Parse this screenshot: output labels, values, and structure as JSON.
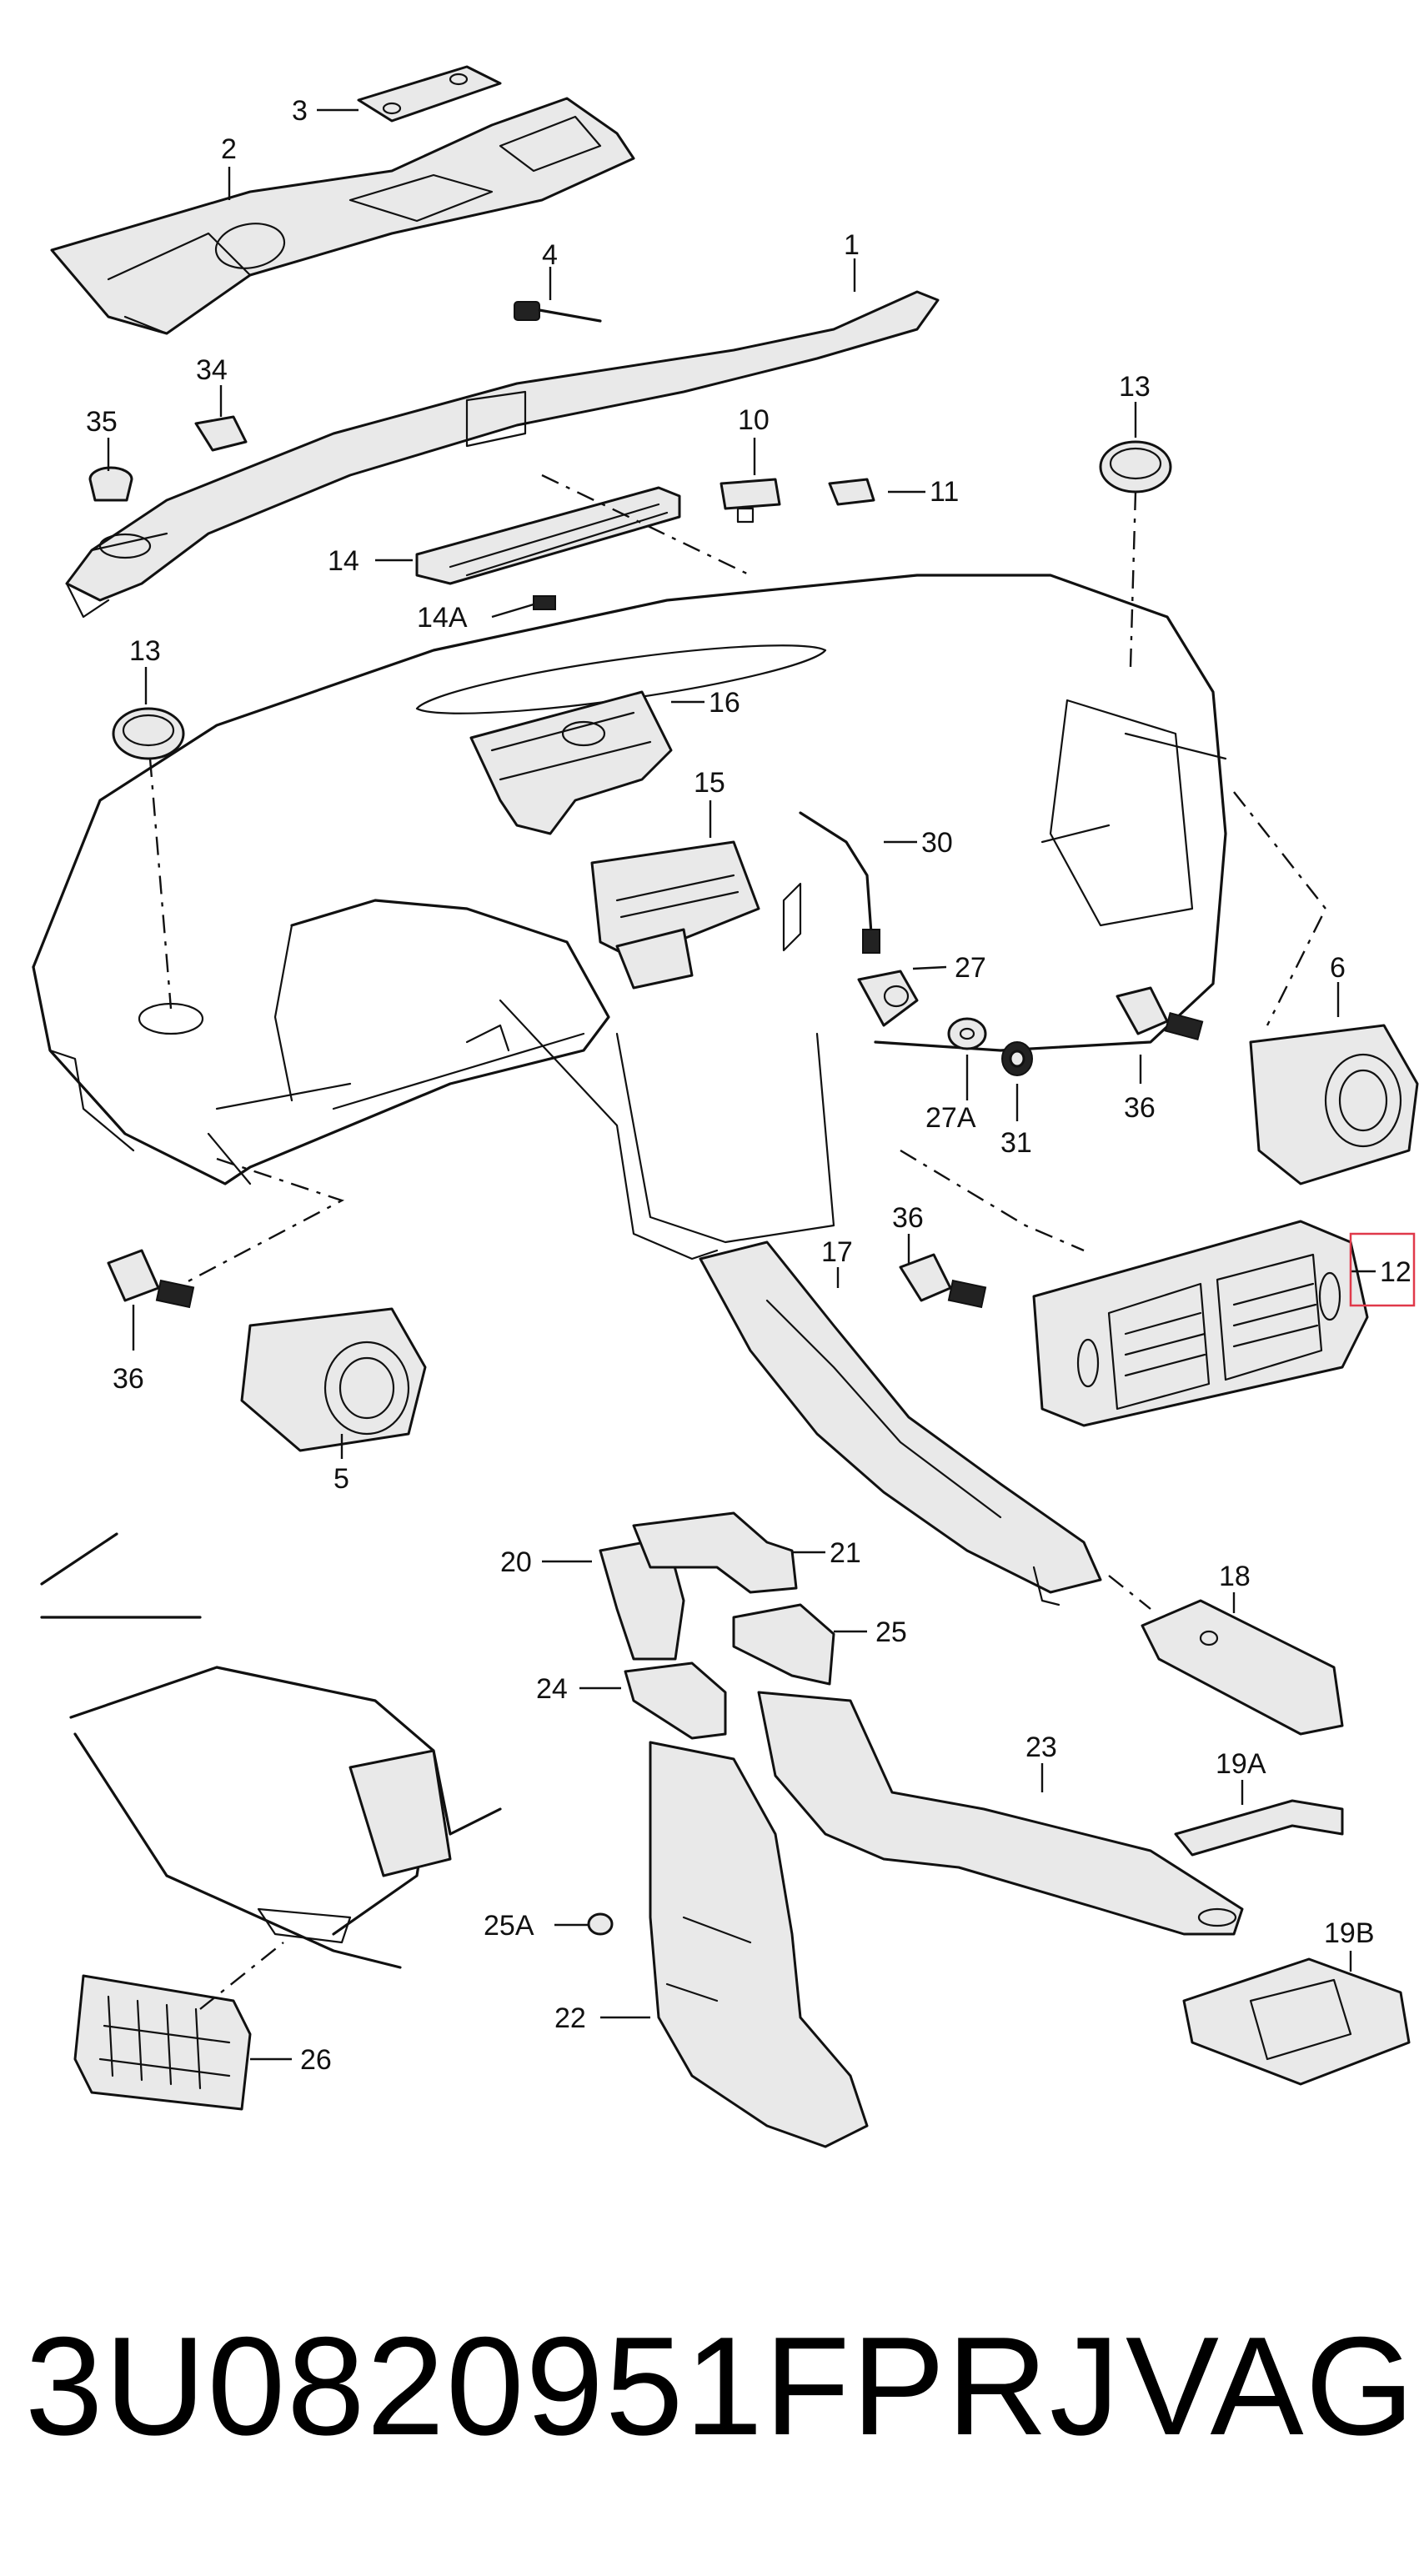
{
  "callouts": {
    "c1": "1",
    "c2": "2",
    "c3": "3",
    "c4": "4",
    "c5": "5",
    "c6": "6",
    "c10": "10",
    "c11": "11",
    "c12": "12",
    "c13a": "13",
    "c13b": "13",
    "c14": "14",
    "c14a": "14A",
    "c15": "15",
    "c16": "16",
    "c17": "17",
    "c18": "18",
    "c19a": "19A",
    "c19b": "19B",
    "c20": "20",
    "c21": "21",
    "c22": "22",
    "c23": "23",
    "c24": "24",
    "c25": "25",
    "c25a": "25A",
    "c26": "26",
    "c27": "27",
    "c27a": "27A",
    "c30": "30",
    "c31": "31",
    "c34": "34",
    "c35": "35",
    "c36a": "36",
    "c36b": "36",
    "c36c": "36"
  },
  "highlight_color": "#e0394a",
  "part_number": "3U0820951FPRJ",
  "brand": "VAG"
}
